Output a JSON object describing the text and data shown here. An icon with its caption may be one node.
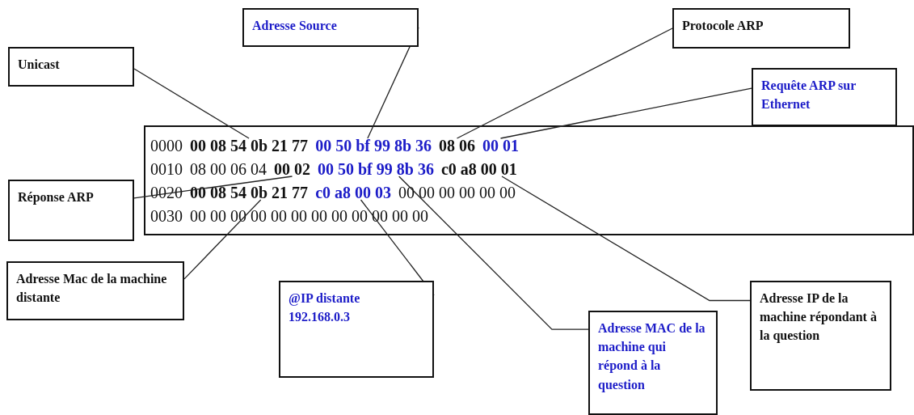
{
  "diagram": {
    "nodes": [
      {
        "text": [
          "Adresse Source"
        ]
      },
      {
        "text": [
          "Protocole ARP"
        ]
      },
      {
        "text": [
          "Unicast"
        ]
      },
      {
        "text": [
          "Requête ARP sur Ethernet"
        ]
      },
      {
        "text": [],
        "shape": "box"
      },
      {
        "text": [
          "0000"
        ],
        "in": 4
      },
      {
        "text": [
          "00 08 54 0b 21 77"
        ],
        "in": 4
      },
      {
        "text": [
          "00 50 bf 99 8b 36"
        ],
        "in": 4
      },
      {
        "text": [
          "08 06"
        ],
        "in": 4
      },
      {
        "text": [
          "00 01"
        ],
        "in": 4
      },
      {
        "text": [
          "0010"
        ],
        "in": 4
      },
      {
        "text": [
          "08 00 06 04"
        ],
        "in": 4
      },
      {
        "text": [
          "00 02"
        ],
        "in": 4
      },
      {
        "text": [
          "00 50 bf 99 8b 36"
        ],
        "in": 4
      },
      {
        "text": [
          "c0 a8 00 01"
        ],
        "in": 4
      },
      {
        "text": [
          "0020"
        ],
        "in": 4
      },
      {
        "text": [
          "00 08 54 0b 21 77"
        ],
        "in": 4
      },
      {
        "text": [
          "c0 a8 00 03"
        ],
        "in": 4
      },
      {
        "text": [
          "00 00 00 00 00 00"
        ],
        "in": 4
      },
      {
        "text": [
          "0030"
        ],
        "in": 4
      },
      {
        "text": [
          "00 00 00 00 00 00 00 00 00 00 00 00"
        ],
        "in": 4
      },
      {
        "text": [
          "Réponse ARP"
        ]
      },
      {
        "text": [
          "Adresse Mac de la machine distante"
        ]
      },
      {
        "text": [
          "@IP distante 192.168.0.3"
        ]
      },
      {
        "text": [
          "Adresse IP de la machine répondant à la question"
        ]
      },
      {
        "text": [
          "Adresse MAC de la machine qui répond à la question"
        ]
      }
    ],
    "edges": [
      {
        "from": 2,
        "to": 6,
        "arrow": "none"
      },
      {
        "from": 0,
        "to": 7,
        "arrow": "none"
      },
      {
        "from": 1,
        "to": 8,
        "arrow": "none"
      },
      {
        "from": 3,
        "to": 9,
        "arrow": "none"
      },
      {
        "from": 21,
        "to": 12,
        "arrow": "none"
      },
      {
        "from": 22,
        "to": 16,
        "arrow": "none"
      },
      {
        "from": 23,
        "to": 17,
        "arrow": "none"
      },
      {
        "from": 25,
        "to": 13,
        "arrow": "none"
      },
      {
        "from": 24,
        "to": 14,
        "arrow": "none"
      }
    ]
  }
}
